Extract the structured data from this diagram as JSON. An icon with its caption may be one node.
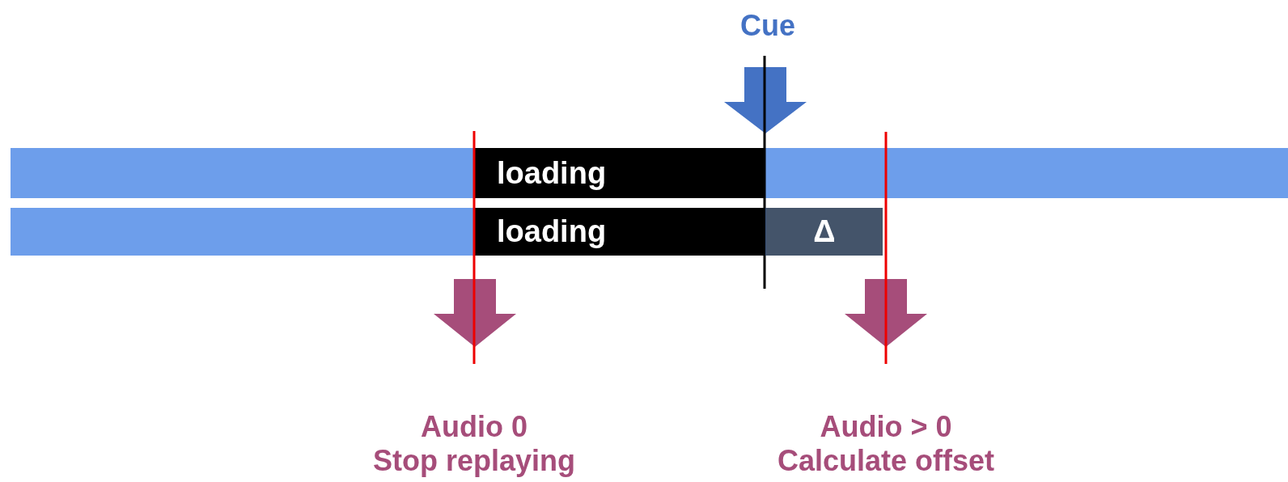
{
  "diagram": {
    "nodes": [
      {
        "text": [
          "loading"
        ]
      },
      {
        "text": [
          "loading"
        ]
      },
      {
        "text": [
          "Δ"
        ]
      }
    ],
    "labels": [
      "Cue",
      "Audio 0",
      "Stop replaying",
      "Audio > 0",
      "Calculate offset"
    ]
  }
}
